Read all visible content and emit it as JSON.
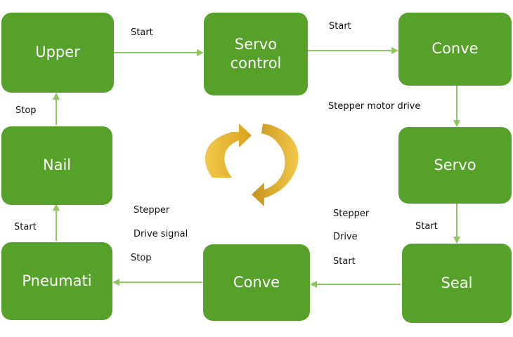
{
  "nodes": {
    "upper": "Upper",
    "servo_control": "Servo\ncontrol",
    "conve_top": "Conve",
    "servo": "Servo",
    "seal": "Seal",
    "conve_bottom": "Conve",
    "pneumati": "Pneumati",
    "nail": "Nail"
  },
  "labels": {
    "start_1": "Start",
    "start_2": "Start",
    "stepper_motor_drive": "Stepper motor drive",
    "start_3": "Start",
    "stepper_right": "Stepper",
    "drive_right": "Drive",
    "start_right": "Start",
    "stepper_left": "Stepper",
    "drive_signal": "Drive signal",
    "stop_left": "Stop",
    "start_left": "Start",
    "stop_top": "Stop"
  },
  "colors": {
    "box": "#55a12a",
    "connector": "#8cc65c",
    "cycle_arrow": "#e8b923"
  },
  "icons": {
    "center": "cycle-arrows-icon"
  }
}
